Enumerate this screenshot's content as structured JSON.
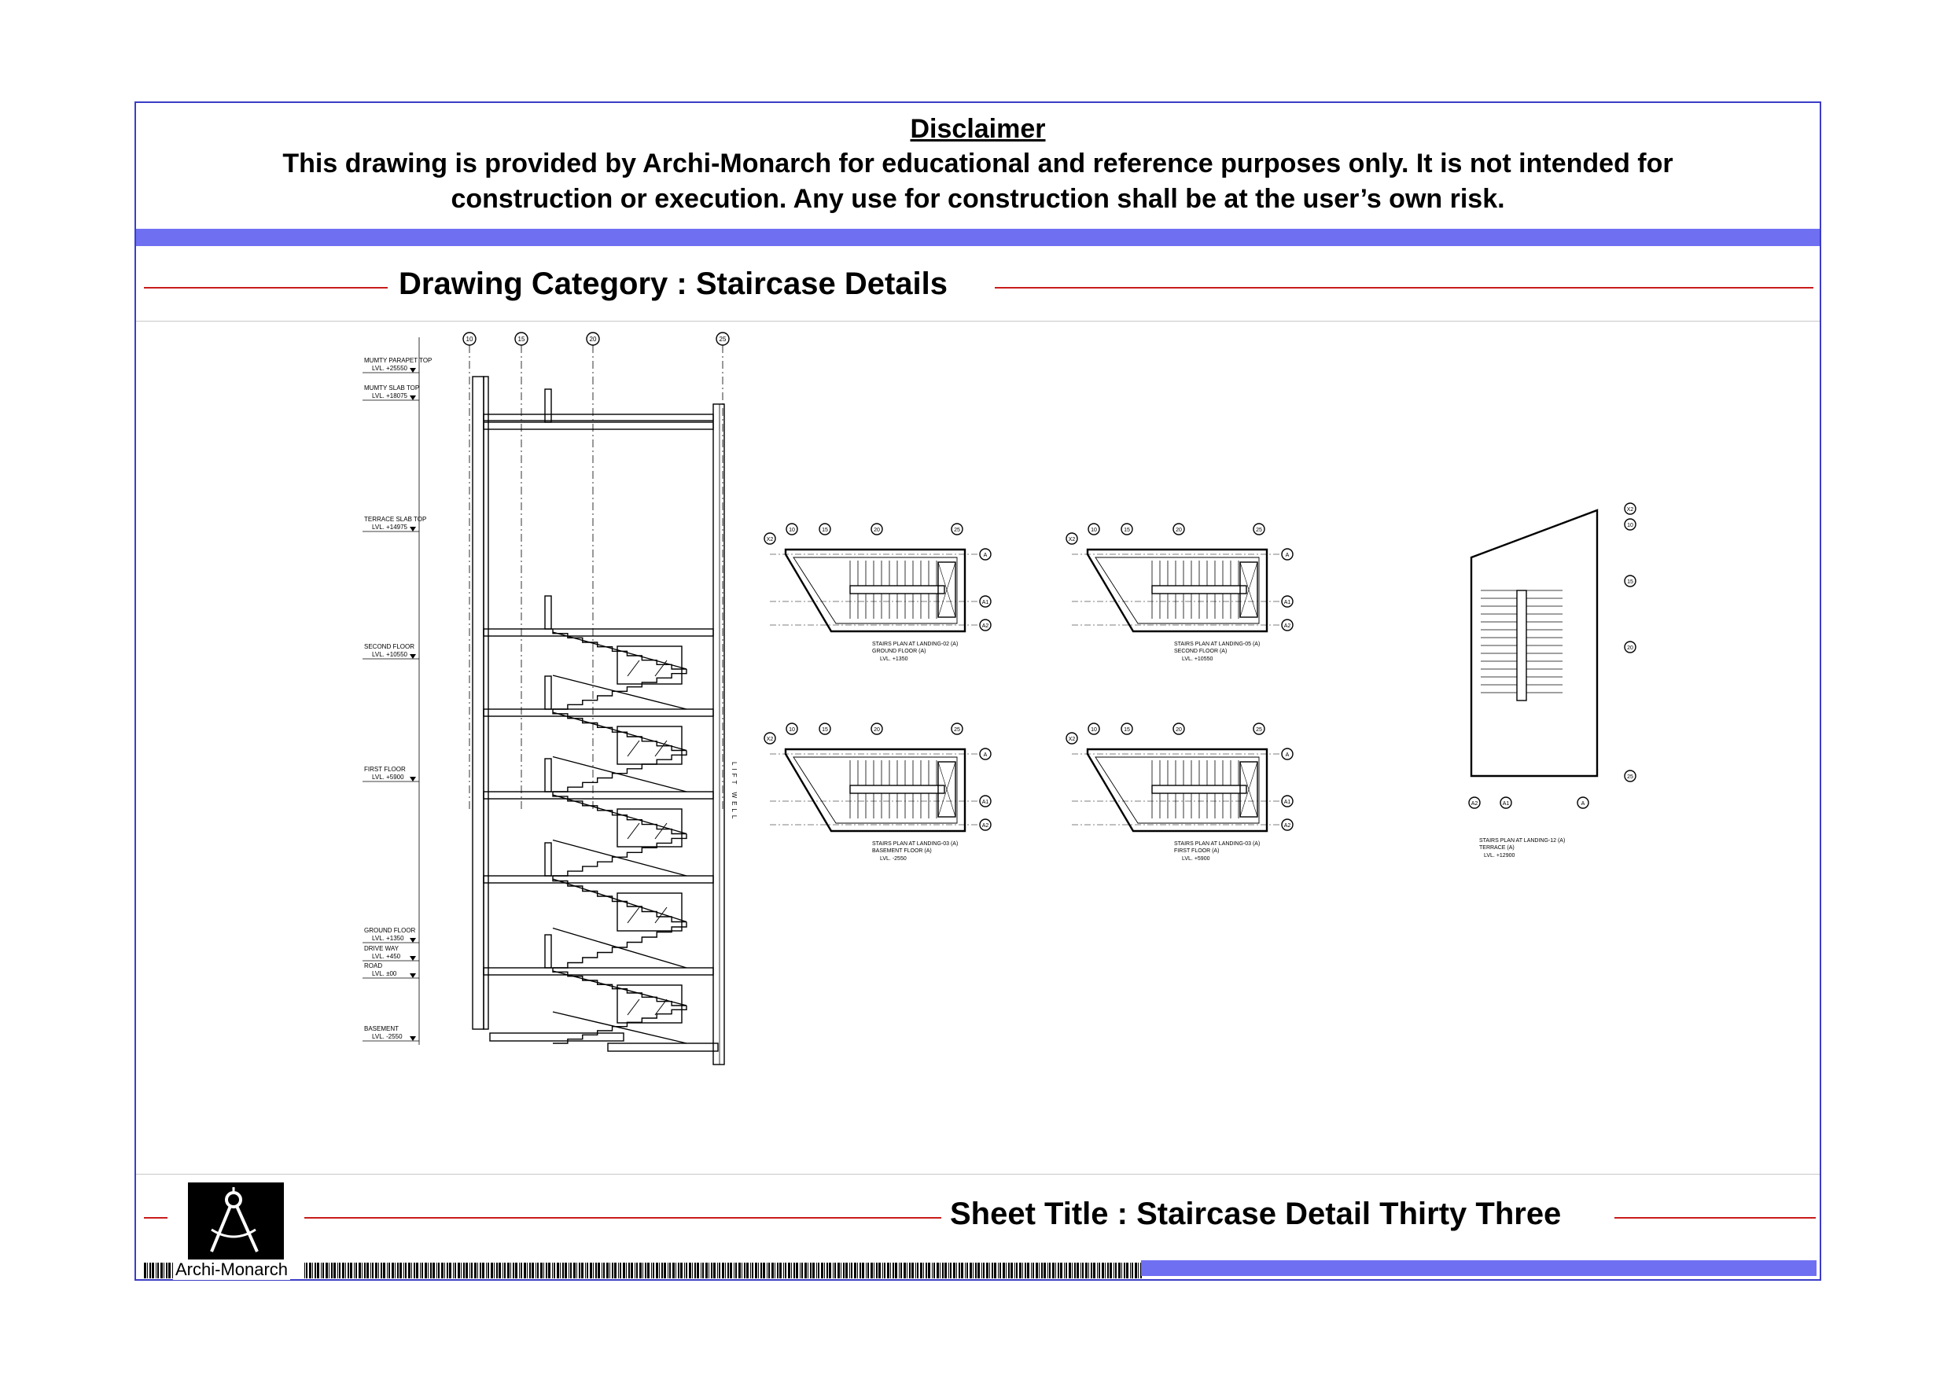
{
  "disclaimer": {
    "title": "Disclaimer",
    "line1": "This drawing is provided by Archi-Monarch for educational and reference purposes only. It is not intended for",
    "line2": "construction or execution. Any use for construction shall be at the user’s own risk."
  },
  "category": {
    "title": "Drawing Category : Staircase Details"
  },
  "sheet": {
    "title": "Sheet Title : Staircase Detail Thirty Three"
  },
  "brand": {
    "name": "Archi-Monarch"
  },
  "drawing": {
    "section": {
      "grid_labels": [
        "10",
        "15",
        "20",
        "25"
      ],
      "level_labels": [
        {
          "name": "MUMTY PARAPET TOP",
          "level": "LVL. +25550"
        },
        {
          "name": "MUMTY SLAB TOP",
          "level": "LVL. +18075"
        },
        {
          "name": "TERRACE SLAB TOP",
          "level": "LVL. +14975"
        },
        {
          "name": "SECOND FLOOR",
          "level": "LVL. +10550"
        },
        {
          "name": "FIRST FLOOR",
          "level": "LVL. +5900"
        },
        {
          "name": "GROUND FLOOR",
          "level": "LVL. +1350"
        },
        {
          "name": "DRIVE WAY",
          "level": "LVL. +450"
        },
        {
          "name": "ROAD",
          "level": "LVL. ±00"
        },
        {
          "name": "BASEMENT",
          "level": "LVL. -2550"
        }
      ],
      "shaft_label": "LIFT WELL"
    },
    "plans": [
      {
        "title": "STAIRS PLAN AT LANDING-02 (A)",
        "floor": "GROUND FLOOR (A)",
        "level": "LVL. +1350"
      },
      {
        "title": "STAIRS PLAN AT LANDING-05 (A)",
        "floor": "SECOND FLOOR (A)",
        "level": "LVL. +10550"
      },
      {
        "title": "STAIRS PLAN AT LANDING-03 (A)",
        "floor": "BASEMENT FLOOR (A)",
        "level": "LVL. -2550"
      },
      {
        "title": "STAIRS PLAN AT LANDING-03 (A)",
        "floor": "FIRST FLOOR (A)",
        "level": "LVL. +5900"
      },
      {
        "title": "STAIRS PLAN AT LANDING-12 (A)",
        "floor": "TERRACE (A)",
        "level": "LVL. +12900"
      }
    ],
    "plan_grid_top": [
      "10",
      "15",
      "20",
      "25"
    ],
    "plan_grid_side": [
      "A",
      "A1",
      "A2"
    ],
    "plan_grid_x2": "X2"
  },
  "colors": {
    "frame": "#3c3cc8",
    "band": "#6f6ff2",
    "rule": "#c91c1c"
  }
}
